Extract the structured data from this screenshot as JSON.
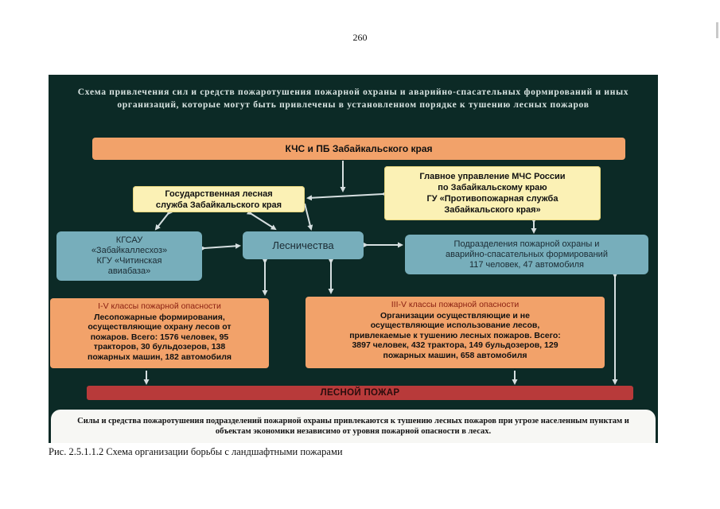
{
  "page": {
    "number": "260",
    "caption": "Рис. 2.5.1.1.2 Схема организации борьбы с ландшафтными пожарами"
  },
  "diagram": {
    "title": "Схема привлечения сил и средств пожаротушения пожарной охраны и аварийно-спасательных формирований и иных организаций, которые могут быть привлечены в установленном порядке к тушению лесных пожаров",
    "kchs": "КЧС и ПБ Забайкальского края",
    "gu_mchs": "Главное управление МЧС России\nпо Забайкальскому краю\nГУ «Противопожарная служба\nЗабайкальского края»",
    "gls": "Государственная лесная\nслужба Забайкальского края",
    "kgsau": "КГСАУ\n«Забайкаллесхоз»\nКГУ «Читинская\nавиабаза»",
    "lesnichestva": "Лесничества",
    "podrazdeleniya": "Подразделения пожарной охраны и\nаварийно-спасательных формирований\n117 человек,   47 автомобиля",
    "left_block": {
      "title": "I-V классы пожарной опасности",
      "text": "Лесопожарные формирования,\nосуществляющие охрану лесов от\nпожаров. Всего: 1576 человек, 95\nтракторов, 30 бульдозеров, 138\nпожарных машин, 182 автомобиля"
    },
    "right_block": {
      "title": "III-V классы пожарной опасности",
      "text": "Организации осуществляющие и не\nосуществляющие использование лесов,\nпривлекаемые к тушению лесных пожаров. Всего:\n3897 человек, 432 трактора, 149 бульдозеров, 129\nпожарных машин, 658 автомобиля"
    },
    "fire": "ЛЕСНОЙ ПОЖАР",
    "note": "Силы и средства пожаротушения подразделений пожарной охраны привлекаются к тушению лесных пожаров при угрозе населенным пунктам и объектам экономики независимо от уровня пожарной опасности в лесах.",
    "colors": {
      "background": "#0c2a26",
      "orange": "#f2a26a",
      "yellow": "#fbf1b5",
      "blue": "#77aebb",
      "red": "#b83a3a",
      "arrow": "#d6dfe0"
    }
  }
}
